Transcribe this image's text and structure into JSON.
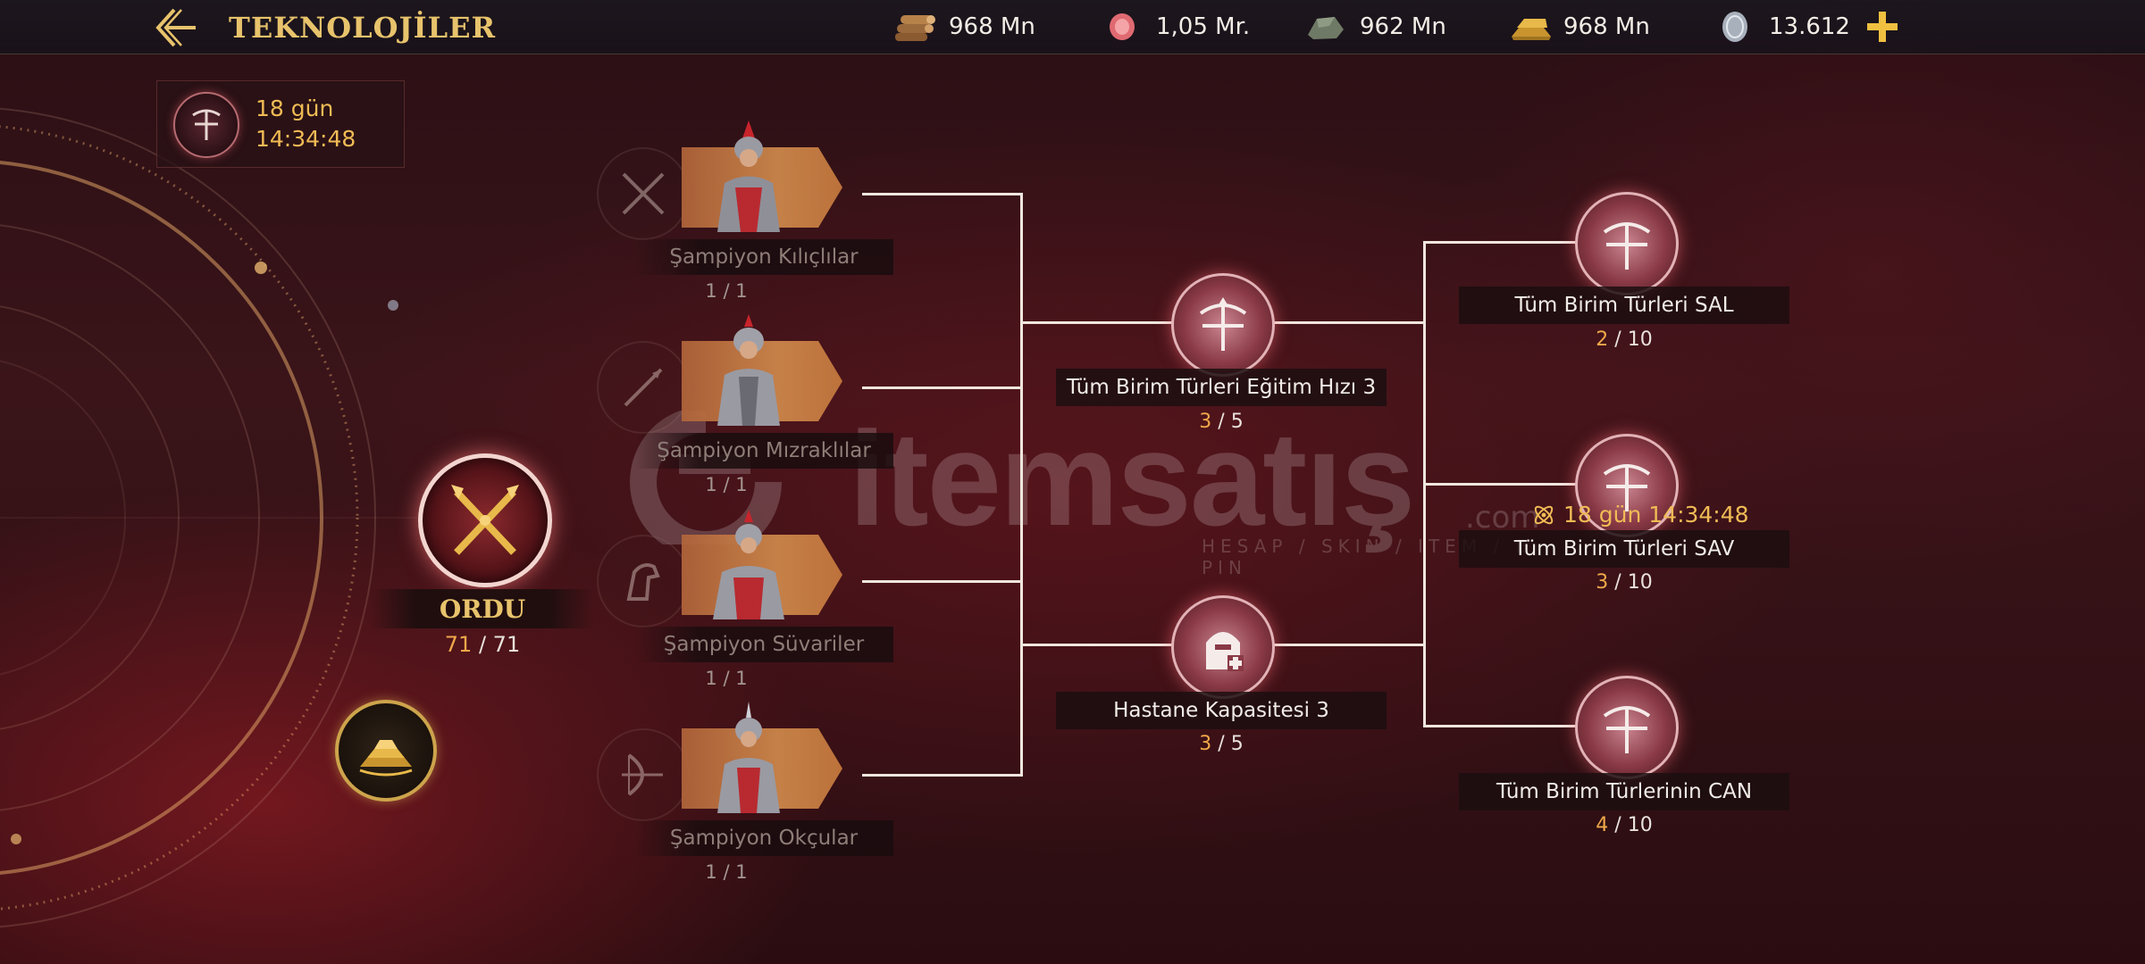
{
  "header": {
    "title": "TEKNOLOJİLER",
    "resources": [
      {
        "icon": "wood-icon",
        "value": "968 Mn"
      },
      {
        "icon": "meat-icon",
        "value": "1,05 Mr."
      },
      {
        "icon": "stone-icon",
        "value": "962 Mn"
      },
      {
        "icon": "gold-bar-icon",
        "value": "968 Mn"
      },
      {
        "icon": "silver-coin-icon",
        "value": "13.612"
      }
    ]
  },
  "research_timer": {
    "days": "18 gün",
    "time": "14:34:48"
  },
  "root": {
    "label": "ORDU",
    "current": "71",
    "total": "/ 71"
  },
  "champions": [
    {
      "name": "Şampiyon Kılıçlılar",
      "count": "1 / 1"
    },
    {
      "name": "Şampiyon Mızraklılar",
      "count": "1 / 1"
    },
    {
      "name": "Şampiyon Süvariler",
      "count": "1 / 1"
    },
    {
      "name": "Şampiyon Okçular",
      "count": "1 / 1"
    }
  ],
  "middle_nodes": [
    {
      "name": "Tüm Birim Türleri Eğitim Hızı 3",
      "current": "3",
      "total": "/ 5"
    },
    {
      "name": "Hastane Kapasitesi 3",
      "current": "3",
      "total": "/ 5"
    }
  ],
  "right_nodes": [
    {
      "name": "Tüm Birim Türleri SAL",
      "current": "2",
      "total": "/ 10"
    },
    {
      "name": "Tüm Birim Türleri SAV",
      "current": "3",
      "total": "/ 10",
      "timer": "18 gün 14:34:48"
    },
    {
      "name": "Tüm Birim Türlerinin CAN",
      "current": "4",
      "total": "/ 10"
    }
  ],
  "watermark": {
    "text": "itemsatış",
    "sub": "HESAP / SKIN / ITEM / E-PIN",
    "domain": ".com"
  },
  "colors": {
    "accent_gold": "#e8c36c",
    "progress_orange": "#f0a84a",
    "background": "#2a0f14"
  }
}
